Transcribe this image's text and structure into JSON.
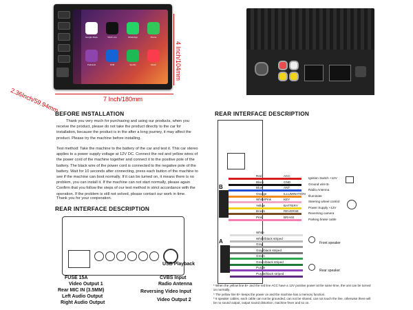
{
  "dimensions": {
    "height": "4 Inch/104mm",
    "width": "7 Inch/180mm",
    "depth": "2.36Inch/59.94mm"
  },
  "screen": {
    "apps": [
      {
        "name": "Google Maps",
        "color": "#ffffff",
        "icon": "maps-icon"
      },
      {
        "name": "WHO one",
        "color": "#111111",
        "icon": "news-icon"
      },
      {
        "name": "WhatsApp",
        "color": "#25d366",
        "icon": "chat-icon"
      },
      {
        "name": "Phone",
        "color": "#33c759",
        "icon": "phone-icon"
      },
      {
        "name": "Podcasts",
        "color": "#8e44ad",
        "icon": "podcast-icon"
      },
      {
        "name": "SXM",
        "color": "#1464d8",
        "icon": "radio-icon"
      },
      {
        "name": "Spotify",
        "color": "#1db954",
        "icon": "music-icon"
      },
      {
        "name": "Music",
        "color": "#fa3c4c",
        "icon": "note-icon"
      }
    ]
  },
  "before": {
    "title": "BEFORE INSTALLATION",
    "p1": "Thank you very much for purchasing and using our products, when you receive the product, please do not take the product directly to the car for installation, because the product is in the after a long journey, it may affect the product. Please try the machine before installing.",
    "p2": "Test method: Take the machine to the battery of the car and test it. This car stereo applies to a power supply voltage at 12V DC. Connect the red and yellow wires of the power cord of the machine together and connect it to the positive pole of the battery. The black wire of the power cord is connected to the negative pole of the battery. Wait for 10 seconds after connecting, press each button of the machine to see if the machine can boot normally. If it can be turned on, it means there is no problem, you can install it. If the machine can not start normally, please again Confirm that you follow the steps of our test method in strict accordance with the operation. If the problem is still not solved, please contact our work in time.",
    "p3": "Thank you for your cooperation."
  },
  "rear_left": {
    "title": "REAR INTERFACE DESCRIPTION",
    "labels": {
      "usb": "USB Playback",
      "fuse": "FUSE 15A",
      "vo1": "Video Output 1",
      "cvbs": "CVBS Input",
      "mic": "Rear MIC IN (3.5MM)",
      "radio": "Radio Antenna",
      "lao": "Left Audio Output",
      "rvi": "Reversing Video Input",
      "rao": "Right Audio Output",
      "vo2": "Video Output 2"
    }
  },
  "rear_right": {
    "title": "REAR INTERFACE DESCRIPTION",
    "conn_b": "B",
    "conn_a": "A",
    "b_wires": [
      {
        "name": "Red",
        "func": "ACC",
        "color": "#d61c1c",
        "target": "Ignition Switch +12V"
      },
      {
        "name": "Black",
        "func": "GND",
        "color": "#111111",
        "target": "Ground wire B-"
      },
      {
        "name": "Blue",
        "func": "ANT",
        "color": "#1f4fd6",
        "target": "Radio Antenna"
      },
      {
        "name": "Orange",
        "func": "ILLUMINATION",
        "color": "#f08a1c",
        "target": "Illuminate"
      },
      {
        "name": "White/Pink",
        "func": "KEY",
        "color": "#f4a6c8",
        "target": "Steering wheel control"
      },
      {
        "name": "Yellow",
        "func": "BATTERY",
        "color": "#f2d21b",
        "target": "Power Supply +12V"
      },
      {
        "name": "Brown",
        "func": "REVERSE",
        "color": "#7a4a22",
        "target": "Reversing camera"
      },
      {
        "name": "Pink",
        "func": "BRAKE",
        "color": "#f57fb0",
        "target": "Parking brake cable"
      }
    ],
    "a_wires": [
      {
        "name": "White",
        "color": "#dddddd"
      },
      {
        "name": "White/black striped",
        "color": "#bbbbbb"
      },
      {
        "name": "Gray",
        "color": "#999999"
      },
      {
        "name": "Gray/black striped",
        "color": "#777777"
      },
      {
        "name": "Green",
        "color": "#2aa84a"
      },
      {
        "name": "Green/black striped",
        "color": "#1d7a36"
      },
      {
        "name": "Purple",
        "color": "#8a3fb8"
      },
      {
        "name": "Purple/black striped",
        "color": "#5e2a80"
      }
    ],
    "front_speaker": "Front speaker",
    "rear_speaker": "Rear speaker",
    "notes": [
      "* When the yellow line B+ and the red line ACC have a 12V positive power at the same time, the unit can be turned on normally.",
      "* The yellow line B+ keeps the power on and the machine has a memory function.",
      "* 8 speaker cables, each cable can not be grounded, can not be shared, can not touch the line, otherwise there will be no sound output, output sound distortion, machine fever and so on."
    ]
  }
}
